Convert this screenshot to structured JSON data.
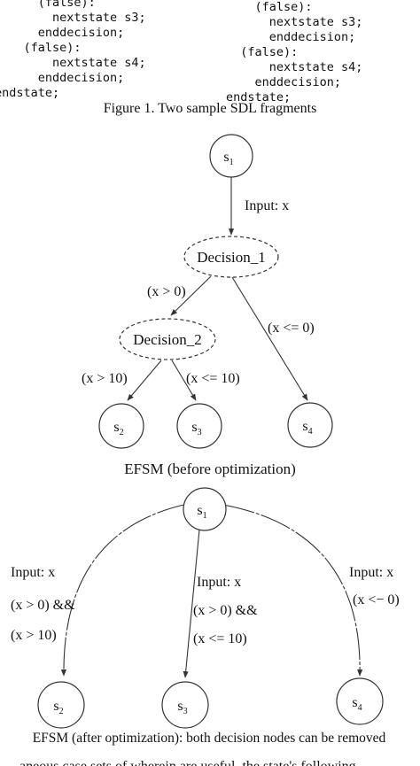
{
  "code_fragments": {
    "left_lines": [
      "      (false):",
      "        nextstate s3;",
      "      enddecision;",
      "    (false):",
      "        nextstate s4;",
      "      enddecision;",
      "endstate;"
    ],
    "right_lines": [
      "    (false):",
      "      nextstate s3;",
      "      enddecision;",
      "  (false):",
      "      nextstate s4;",
      "    enddecision;",
      "endstate;"
    ]
  },
  "figure_caption": "Figure 1. Two sample SDL fragments",
  "efsm_before": {
    "caption": "EFSM (before optimization)",
    "states": [
      {
        "base": "s",
        "sub": "1"
      },
      {
        "base": "s",
        "sub": "2"
      },
      {
        "base": "s",
        "sub": "3"
      },
      {
        "base": "s",
        "sub": "4"
      }
    ],
    "decisions": [
      "Decision_1",
      "Decision_2"
    ],
    "edge_labels": {
      "input": "Input: x",
      "d1_yes": "(x > 0)",
      "d1_no": "(x <= 0)",
      "d2_yes": "(x > 10)",
      "d2_no": "(x <= 10)"
    }
  },
  "efsm_after": {
    "caption": "EFSM (after optimization): both decision nodes can be removed",
    "states": [
      {
        "base": "s",
        "sub": "1"
      },
      {
        "base": "s",
        "sub": "2"
      },
      {
        "base": "s",
        "sub": "3"
      },
      {
        "base": "s",
        "sub": "4"
      }
    ],
    "edge_labels": {
      "left": [
        "Input: x",
        "(x > 0) &&",
        "(x > 10)"
      ],
      "middle": [
        "Input: x",
        "(x > 0) &&",
        "(x <= 10)"
      ],
      "right": [
        "Input: x",
        "(x <− 0)"
      ]
    }
  },
  "truncated_line": "aneous case sets of wherein are useful, the state's following"
}
